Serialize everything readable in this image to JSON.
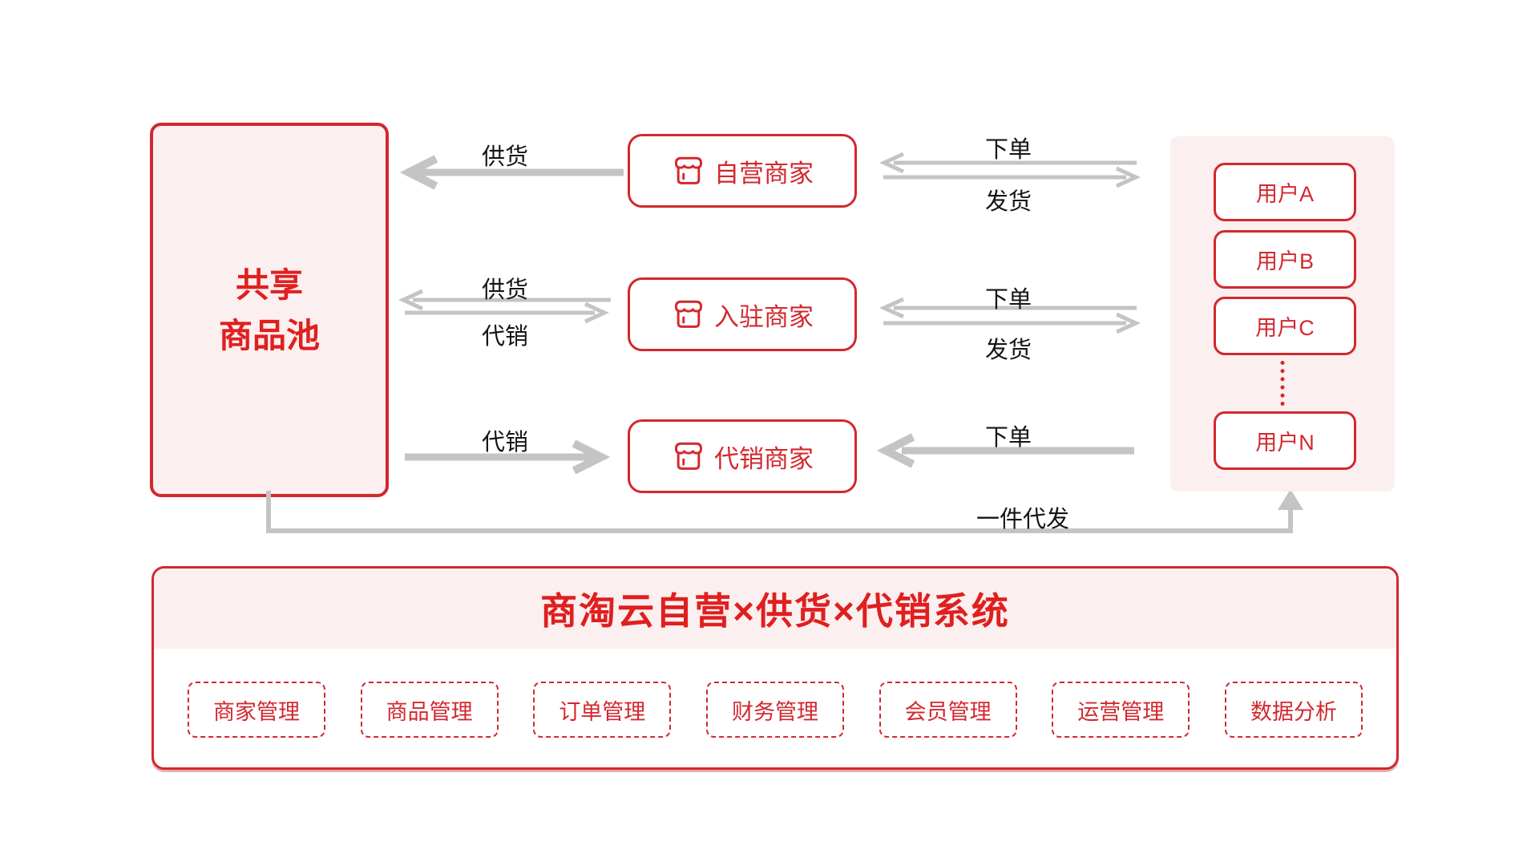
{
  "colors": {
    "red": "#d2282e",
    "red_bright": "#e01f1f",
    "pink": "#fcefef",
    "gray": "#c4c4c4",
    "text_dark": "#151515"
  },
  "pool": {
    "line1": "共享",
    "line2": "商品池"
  },
  "merchants": [
    {
      "label": "自营商家"
    },
    {
      "label": "入驻商家"
    },
    {
      "label": "代销商家"
    }
  ],
  "users": {
    "items": [
      "用户A",
      "用户B",
      "用户C"
    ],
    "last": "用户N"
  },
  "flows": {
    "supply_top": "供货",
    "order_top": "下单",
    "ship_top": "发货",
    "supply_mid": "供货",
    "consign_mid": "代销",
    "order_mid": "下单",
    "ship_mid": "发货",
    "consign_bottom": "代销",
    "order_bottom": "下单",
    "dropship": "一件代发"
  },
  "system": {
    "title": "商淘云自营×供货×代销系统",
    "modules": [
      "商家管理",
      "商品管理",
      "订单管理",
      "财务管理",
      "会员管理",
      "运营管理",
      "数据分析"
    ]
  }
}
